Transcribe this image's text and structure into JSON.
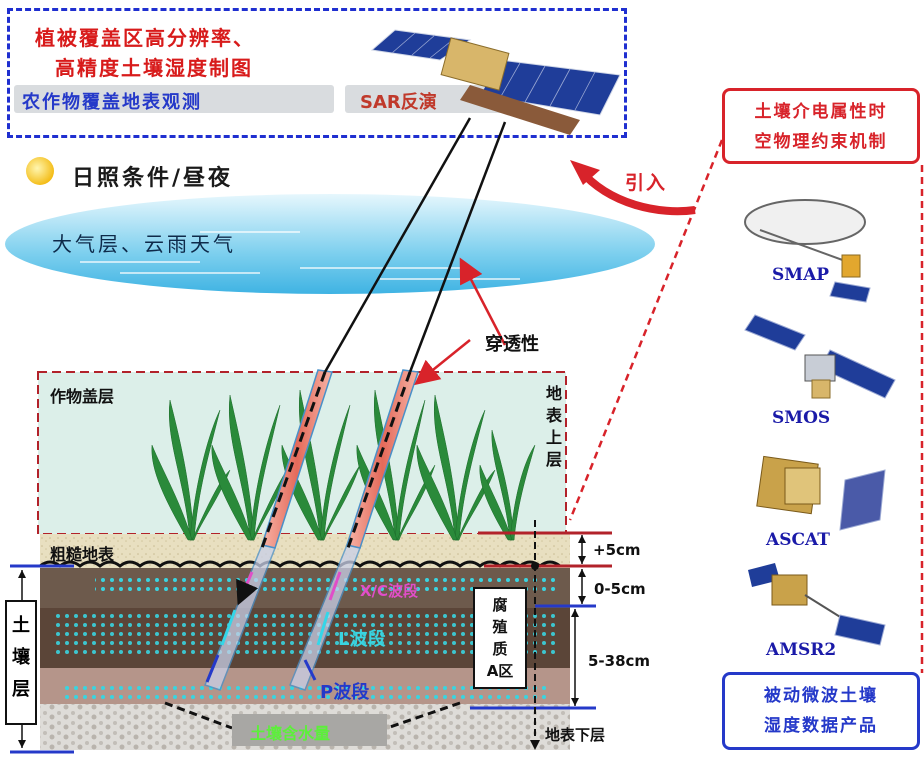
{
  "top": {
    "title_line1": "植被覆盖区高分辨率、",
    "title_line2": "高精度土壤湿度制图",
    "tag_crop": "农作物覆盖地表观测",
    "tag_sar": "SAR反演"
  },
  "sun_label": "日照条件/昼夜",
  "cloud_label": "大气层、云雨天气",
  "penetration_label": "穿透性",
  "intro_label": "引入",
  "mechanism": {
    "line1": "土壤介电属性时",
    "line2": "空物理约束机制"
  },
  "satellites": [
    {
      "name": "SMAP"
    },
    {
      "name": "SMOS"
    },
    {
      "name": "ASCAT"
    },
    {
      "name": "AMSR2"
    }
  ],
  "product": {
    "line1": "被动微波土壤",
    "line2": "湿度数据产品"
  },
  "field": {
    "crop_layer": "作物盖层",
    "rough_surface": "粗糙地表",
    "above_surface_chars": [
      "地",
      "表",
      "上",
      "层"
    ],
    "soil_layer_chars": [
      "土",
      "壤",
      "层"
    ],
    "humus_chars": [
      "腐",
      "殖",
      "质",
      "A区"
    ],
    "below_surface": "地表下层",
    "soil_moisture": "土壤含水量",
    "xc_band": "X/C波段",
    "l_band": "L波段",
    "p_band": "P波段",
    "depth_plus5": "+5cm",
    "depth_0_5": "0-5cm",
    "depth_5_38": "5-38cm"
  },
  "colors": {
    "red": "#d8232a",
    "blue": "#2539c9",
    "title_red": "#d81b1b",
    "crop_bg": "#dcefe9",
    "soil_top": "#e8dfc0",
    "soil_mid": "#5f4a3c",
    "soil_deep": "#b08d82",
    "gravel": "#d8d6d2"
  }
}
